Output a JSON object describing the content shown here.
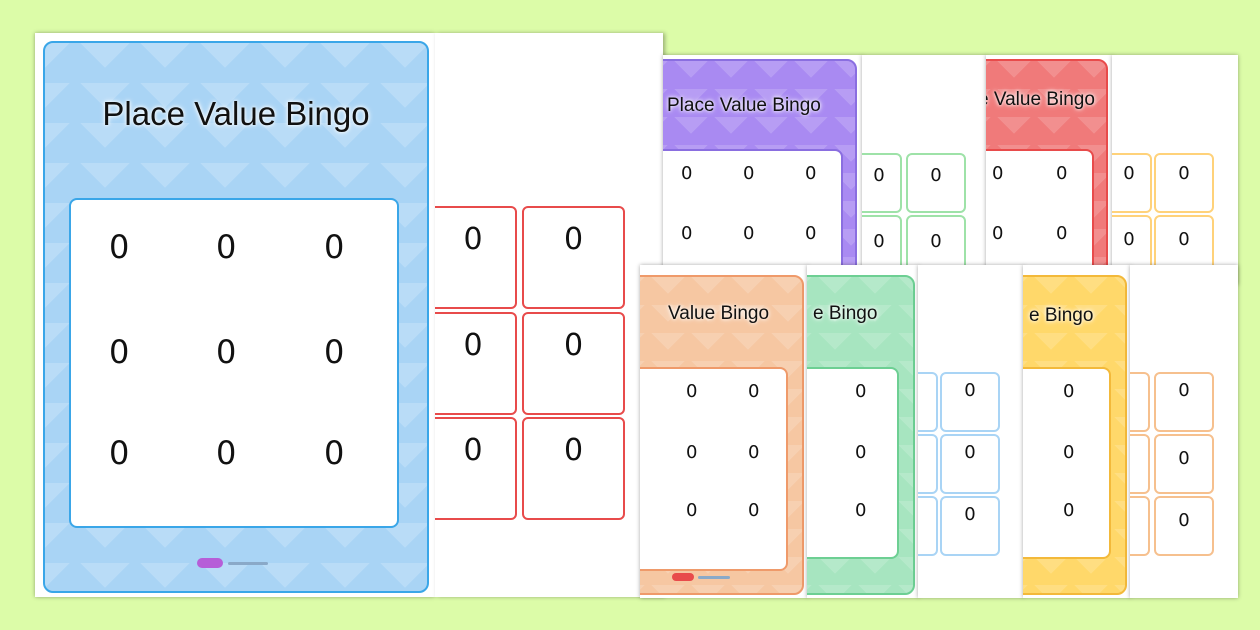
{
  "title": "Place Value Bingo",
  "title_fragment": "Value Bingo",
  "title_fragment_short": "e Value Bingo",
  "title_fragment_tiny": "e Bingo",
  "cell_value": "0",
  "colors": {
    "background": "#dcfca8",
    "blue": "#a9d4f5",
    "blue_border": "#3aa6e8",
    "red": "#f07a7a",
    "red_border": "#e84b4b",
    "purple": "#a98af2",
    "orange": "#f6c7a2",
    "green": "#a7e5c0",
    "yellow": "#ffd86a",
    "logo": "#e8298a"
  }
}
